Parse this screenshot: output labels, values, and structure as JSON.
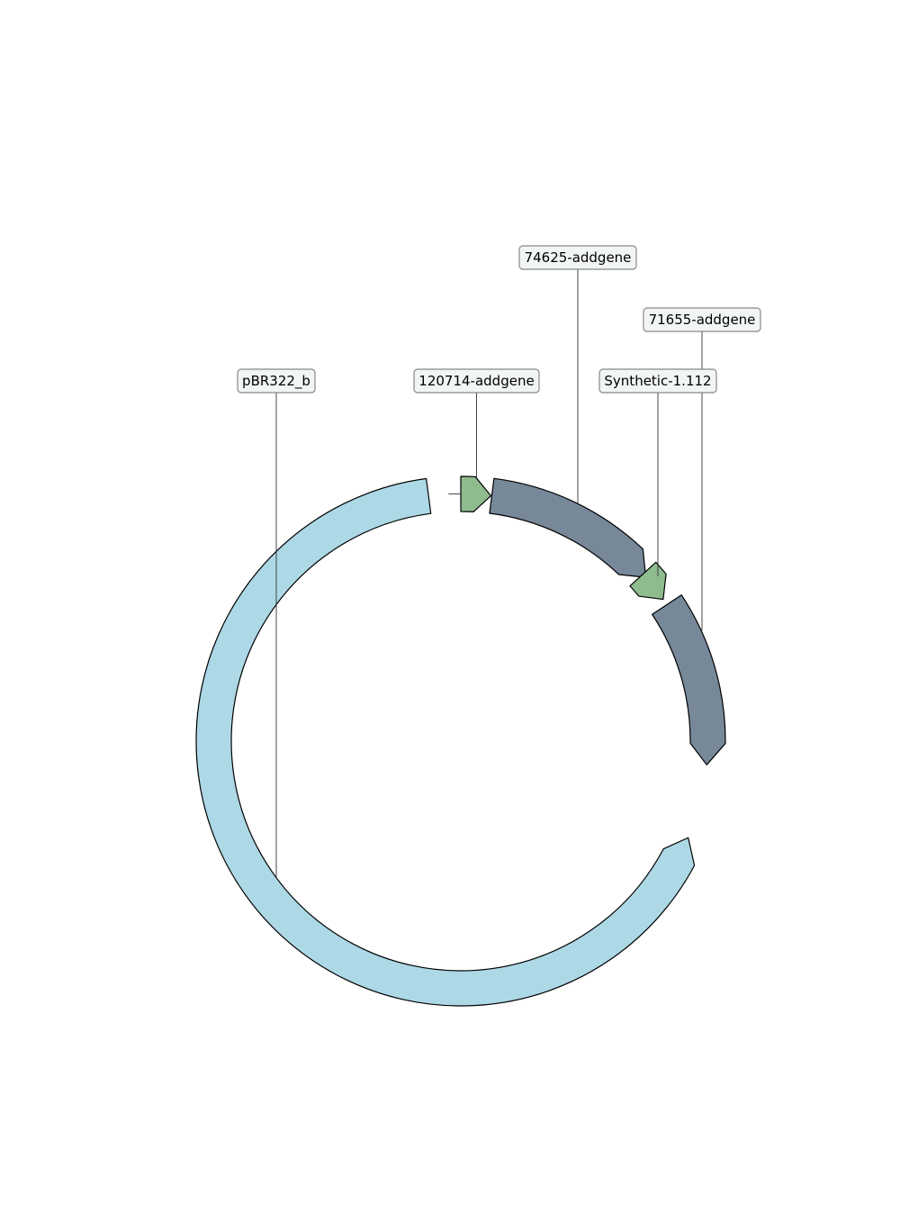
{
  "colors": {
    "backbone": "#add8e6",
    "coding": "#778899",
    "small": "#8fbc8f",
    "label_fill": "#f2f6f2",
    "label_border": "#888888"
  },
  "features": [
    {
      "id": "pbr322",
      "label": "pBR322_b",
      "color": "#add8e6",
      "start_deg": 113,
      "end_deg": 352.5,
      "direction": -1
    },
    {
      "id": "f120714",
      "label": "120714-addgene",
      "color": "#8fbc8f",
      "start_deg": 0,
      "end_deg": 7,
      "direction": 1
    },
    {
      "id": "f74625",
      "label": "74625-addgene",
      "color": "#778899",
      "start_deg": 7.2,
      "end_deg": 48.5,
      "direction": 1
    },
    {
      "id": "synthetic",
      "label": "Synthetic-1.112",
      "color": "#8fbc8f",
      "start_deg": 47.5,
      "end_deg": 55,
      "direction": 1
    },
    {
      "id": "f71655",
      "label": "71655-addgene",
      "color": "#778899",
      "start_deg": 56.5,
      "end_deg": 95.5,
      "direction": 1
    }
  ]
}
